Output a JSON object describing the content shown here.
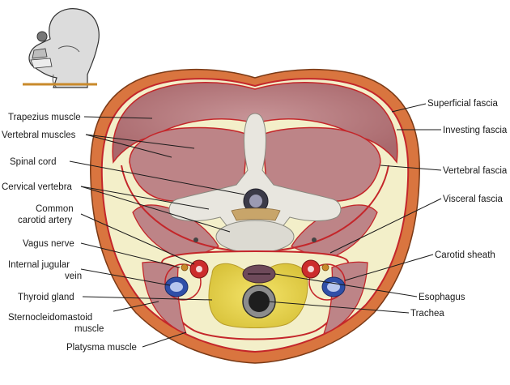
{
  "labels_left": {
    "trapezius": "Trapezius muscle",
    "vertebral_muscles": "Vertebral muscles",
    "spinal_cord": "Spinal cord",
    "cervical_vertebra": "Cervical vertebra",
    "common_carotid_1": "Common",
    "common_carotid_2": "carotid artery",
    "vagus": "Vagus nerve",
    "ijv_1": "Internal jugular",
    "ijv_2": "vein",
    "thyroid": "Thyroid gland",
    "scm_1": "Sternocleidomastoid",
    "scm_2": "muscle",
    "platysma": "Platysma muscle"
  },
  "labels_right": {
    "superficial_fascia": "Superficial fascia",
    "investing_fascia": "Investing fascia",
    "vertebral_fascia": "Vertebral fascia",
    "visceral_fascia": "Visceral fascia",
    "carotid_sheath": "Carotid sheath",
    "esophagus": "Esophagus",
    "trachea": "Trachea"
  },
  "colors": {
    "skin_border": "#d9753f",
    "fascia_red": "#c4262a",
    "muscle": "#b97a7d",
    "fat": "#f3efc9",
    "bone": "#e8e6df",
    "thyroid": "#ecd843",
    "artery": "#cc2c2c",
    "vein": "#2f4fa8",
    "cord": "#3b3a48"
  }
}
